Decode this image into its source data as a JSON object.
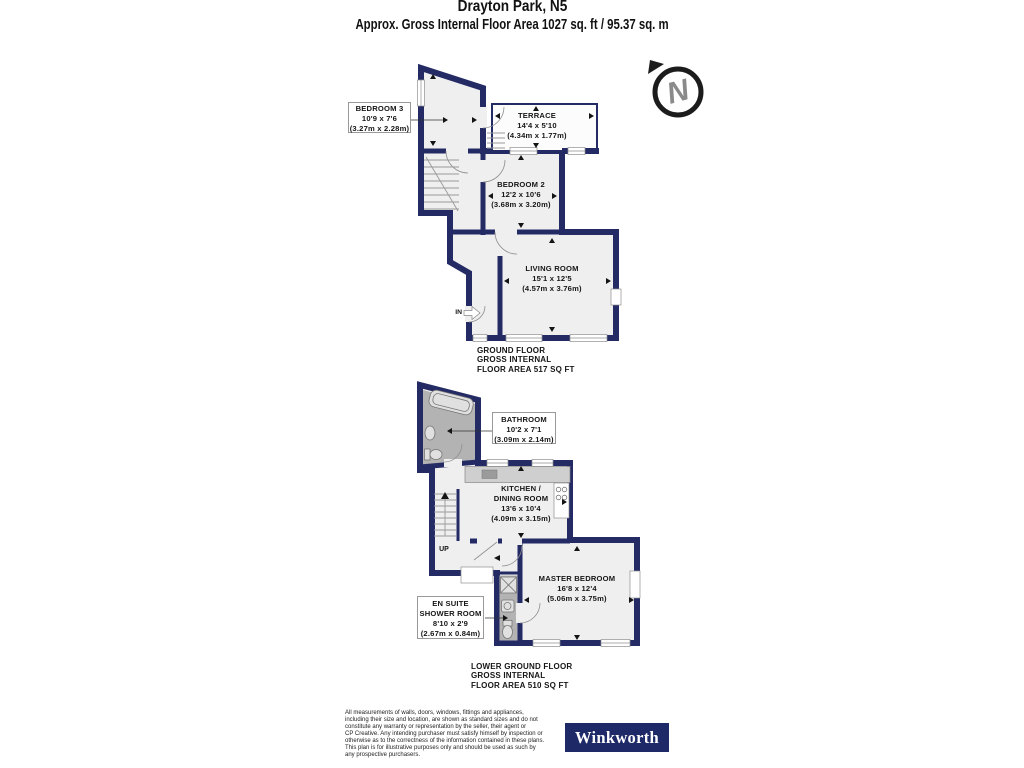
{
  "header": {
    "title": "Drayton Park, N5",
    "subtitle": "Approx. Gross Internal Floor Area 1027 sq. ft / 95.37 sq. m"
  },
  "compass": {
    "north_label": "N"
  },
  "ground_floor": {
    "entrance_label": "IN",
    "rooms": {
      "bedroom3": {
        "name": "BEDROOM 3",
        "dims_ft": "10'9 x 7'6",
        "dims_m": "(3.27m x 2.28m)"
      },
      "terrace": {
        "name": "TERRACE",
        "dims_ft": "14'4 x 5'10",
        "dims_m": "(4.34m x 1.77m)"
      },
      "bedroom2": {
        "name": "BEDROOM 2",
        "dims_ft": "12'2 x 10'6",
        "dims_m": "(3.68m x 3.20m)"
      },
      "living_room": {
        "name": "LIVING ROOM",
        "dims_ft": "15'1 x 12'5",
        "dims_m": "(4.57m x 3.76m)"
      }
    },
    "caption": {
      "line1": "GROUND FLOOR",
      "line2": "GROSS INTERNAL",
      "line3": "FLOOR AREA 517 SQ FT"
    }
  },
  "lower_ground_floor": {
    "stairs_label": "UP",
    "rooms": {
      "bathroom": {
        "name": "BATHROOM",
        "dims_ft": "10'2 x 7'1",
        "dims_m": "(3.09m x 2.14m)"
      },
      "kitchen": {
        "name_line1": "KITCHEN /",
        "name_line2": "DINING ROOM",
        "dims_ft": "13'6 x 10'4",
        "dims_m": "(4.09m x 3.15m)"
      },
      "master_bedroom": {
        "name": "MASTER BEDROOM",
        "dims_ft": "16'8 x 12'4",
        "dims_m": "(5.06m x 3.75m)"
      },
      "en_suite": {
        "name_line1": "EN SUITE",
        "name_line2": "SHOWER ROOM",
        "dims_ft": "8'10 x 2'9",
        "dims_m": "(2.67m x 0.84m)"
      }
    },
    "caption": {
      "line1": "LOWER GROUND FLOOR",
      "line2": "GROSS INTERNAL",
      "line3": "FLOOR AREA 510 SQ FT"
    }
  },
  "footer": {
    "disclaimer_lines": [
      "All measurements of walls, doors, windows, fittings and appliances,",
      "including their size and location, are shown as standard sizes and do not",
      "constitute any warranty or representation by the seller, their agent or",
      "CP Creative. Any intending purchaser must satisfy himself by inspection or",
      "otherwise as to the correctness of the information contained in these plans.",
      "This plan is for illustrative purposes only and should be used as such by",
      "any prospective purchasers."
    ],
    "brand": "Winkworth"
  },
  "colors": {
    "wall": "#232a64",
    "room_fill": "#efefef",
    "wet_room_fill": "#b3b3b3",
    "brand_bg": "#1e2a68"
  }
}
